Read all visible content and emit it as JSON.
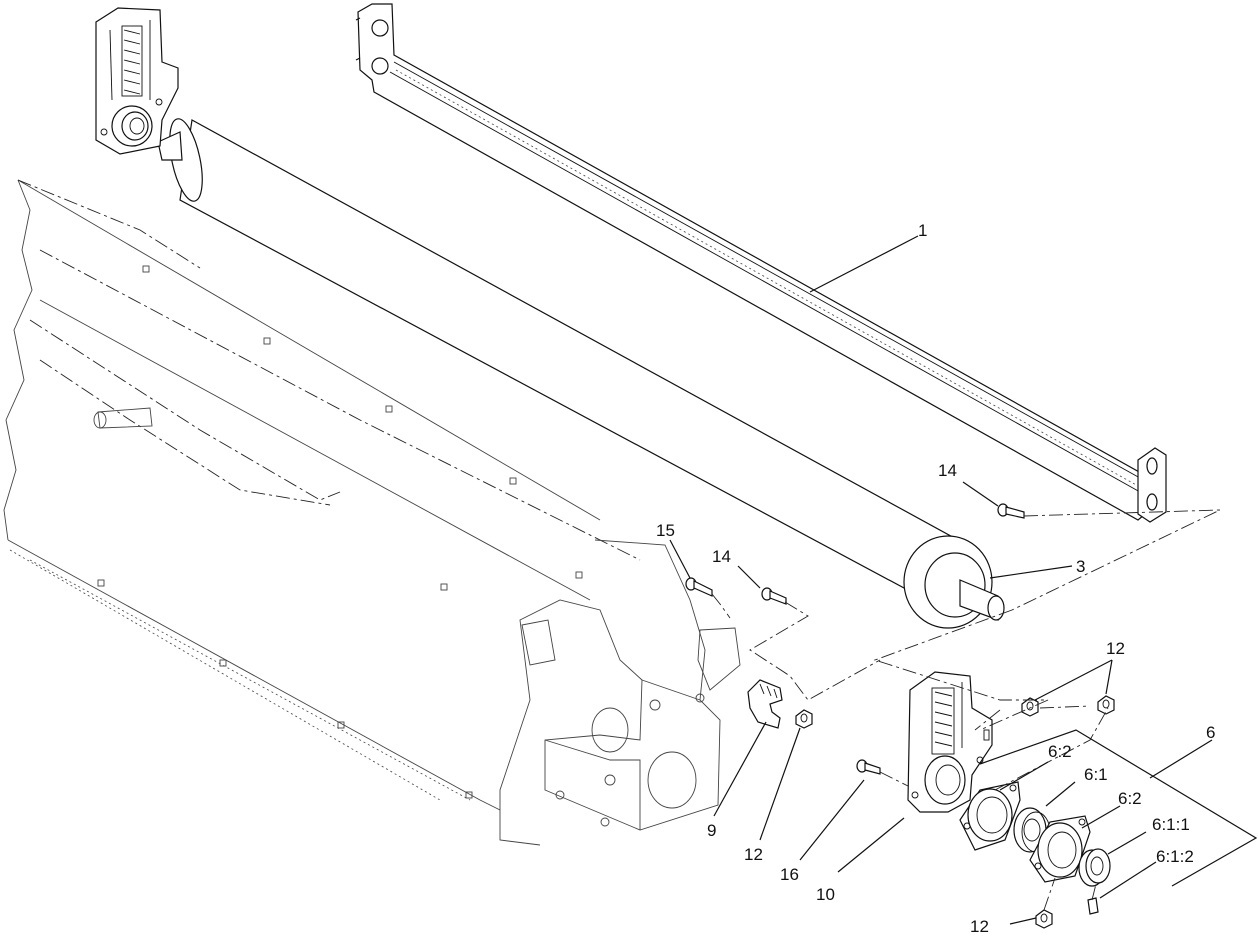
{
  "callouts": {
    "c1": "1",
    "c3": "3",
    "c6": "6",
    "c6_2a": "6:2",
    "c6_1": "6:1",
    "c6_2b": "6:2",
    "c6_1_1": "6:1:1",
    "c6_1_2": "6:1:2",
    "c9": "9",
    "c10": "10",
    "c12a": "12",
    "c12b": "12",
    "c12c": "12",
    "c14a": "14",
    "c14b": "14",
    "c15": "15",
    "c16": "16"
  }
}
